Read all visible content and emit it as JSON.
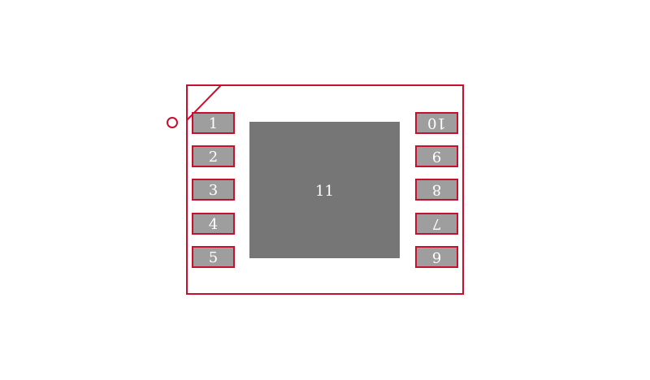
{
  "colors": {
    "outline": "#c8102e",
    "pad_fill": "#9e9e9e",
    "thermal_pad_fill": "#767676",
    "label": "#ffffff",
    "background": "#ffffff"
  },
  "footprint": {
    "pin1_marker_icon": "pin1-circle-icon",
    "left_pads": [
      {
        "label": "1"
      },
      {
        "label": "2"
      },
      {
        "label": "3"
      },
      {
        "label": "4"
      },
      {
        "label": "5"
      }
    ],
    "right_pads": [
      {
        "label": "10"
      },
      {
        "label": "9"
      },
      {
        "label": "8"
      },
      {
        "label": "7"
      },
      {
        "label": "6"
      }
    ],
    "thermal_pad": {
      "label": "11"
    }
  }
}
